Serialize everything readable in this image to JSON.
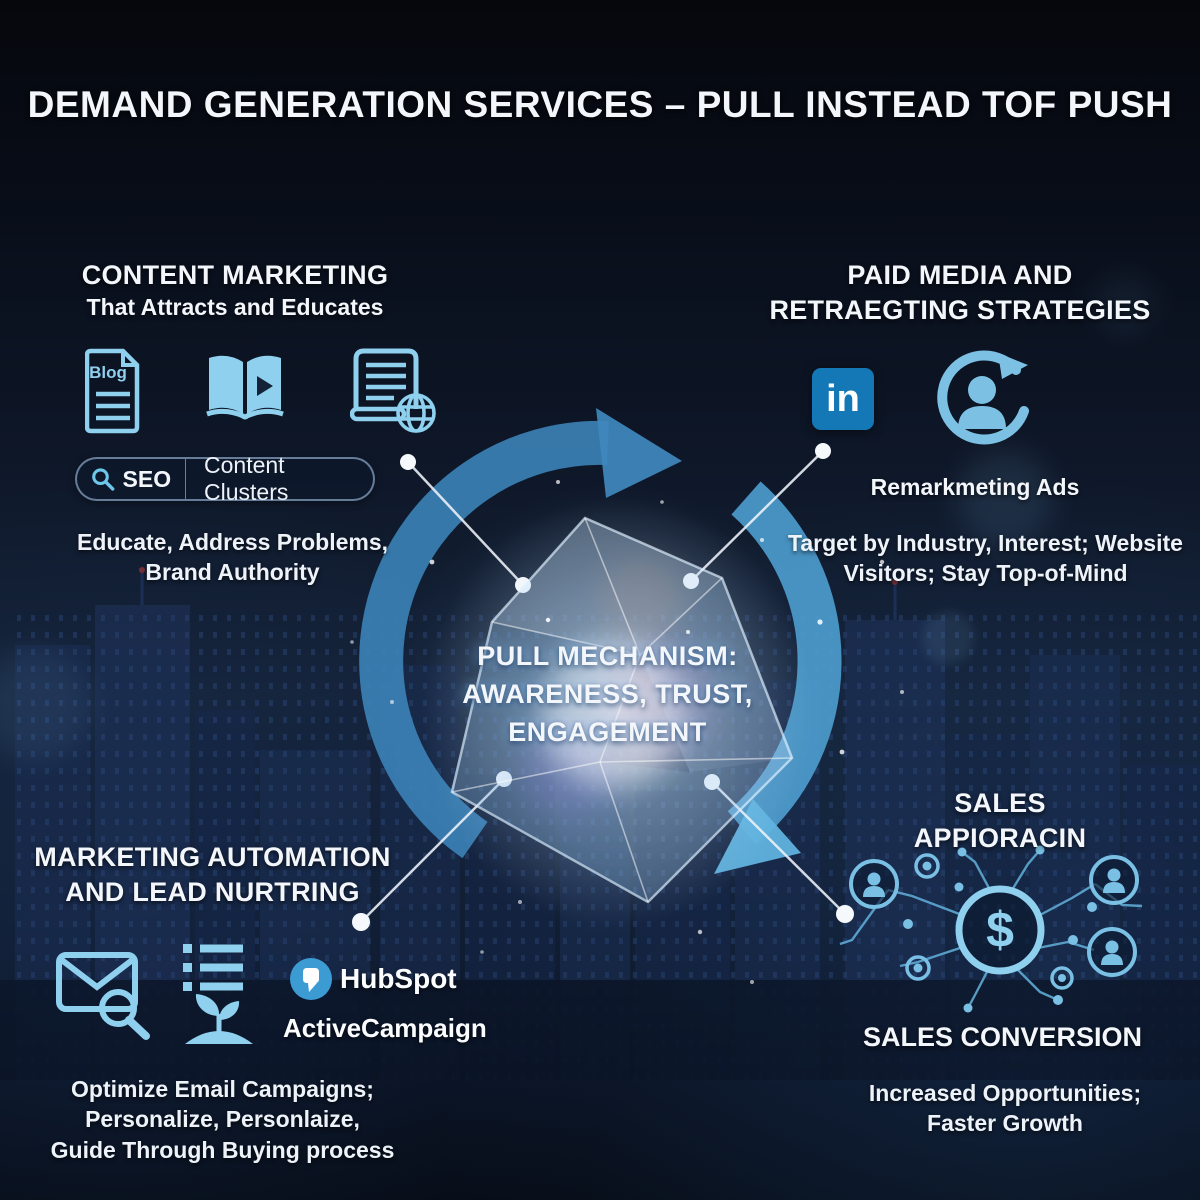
{
  "title": "DEMAND GENERATION SERVICES – PULL INSTEAD TOF PUSH",
  "center": {
    "label": "PULL MECHANISM:\nAWARENESS, TRUST,\nENGAGEMENT"
  },
  "content_marketing": {
    "heading": "CONTENT MARKETING",
    "subheading": "That Attracts and Educates",
    "icons": [
      "blog-document-icon",
      "open-book-video-icon",
      "scroll-globe-icon"
    ],
    "blog_icon_text": "Blog",
    "seo_bar": {
      "label": "SEO",
      "value": "Content Clusters"
    },
    "caption": "Educate, Address Problems,\nBrand Authority"
  },
  "paid_media": {
    "heading": "PAID MEDIA AND\nRETRAEGTING STRATEGIES",
    "icons": [
      "linkedin-icon",
      "retargeting-person-icon"
    ],
    "linkedin_label": "in",
    "caption": "Remarkmeting Ads",
    "description": "Target by Industry, Interest; Website\nVisitors; Stay Top-of-Mind"
  },
  "marketing_automation": {
    "heading": "MARKETING AUTOMATION\nAND LEAD NURTRING",
    "icons": [
      "email-search-icon",
      "list-icon",
      "seedling-icon",
      "hubspot-logo-icon"
    ],
    "tools": [
      "HubSpot",
      "ActiveCampaign"
    ],
    "caption": "Optimize Email Campaigns;\nPersonalize, Personlaize,\nGuide Through Buying process"
  },
  "sales_approach": {
    "heading": "SALES\nAPPIORACIN",
    "icons": [
      "dollar-network-icon"
    ],
    "dollar_sign": "$",
    "subheading": "SALES CONVERSION",
    "caption": "Increased Opportunities;\nFaster Growth"
  },
  "colors": {
    "background_top": "#05070c",
    "background_mid": "#142238",
    "icon_accent": "#8ed0ee",
    "arrow_blue": "#4090c4",
    "arrowhead_light": "#5fb2de",
    "linkedin_blue": "#1478b6",
    "hubspot_circle": "#3d9bd4",
    "text_white": "#f3f6fa"
  }
}
